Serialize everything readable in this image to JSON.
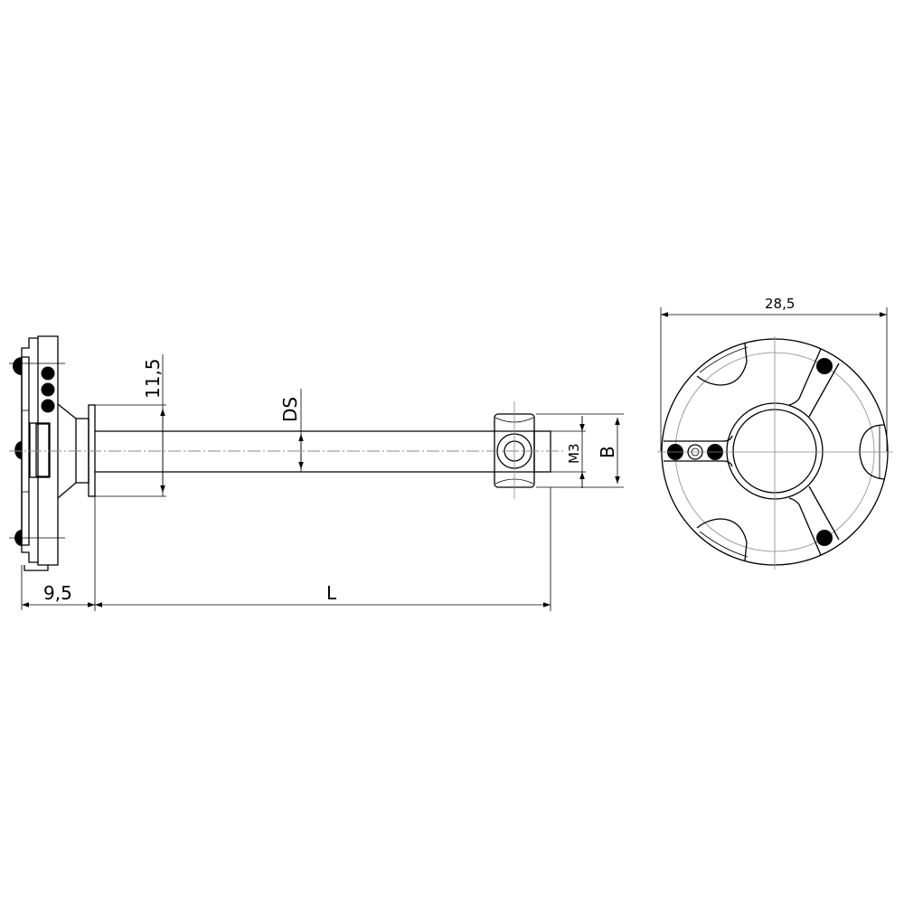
{
  "drawing": {
    "side_view": {
      "dimensions": {
        "flange_height": "11,5",
        "shaft_diameter": "DS",
        "thread": "M3",
        "head_width": "B",
        "base_offset": "9,5",
        "length": "L"
      }
    },
    "end_view": {
      "dimensions": {
        "diameter": "28,5"
      }
    },
    "colors": {
      "line": "#000000",
      "centerline": "#888888",
      "background": "#ffffff"
    }
  }
}
